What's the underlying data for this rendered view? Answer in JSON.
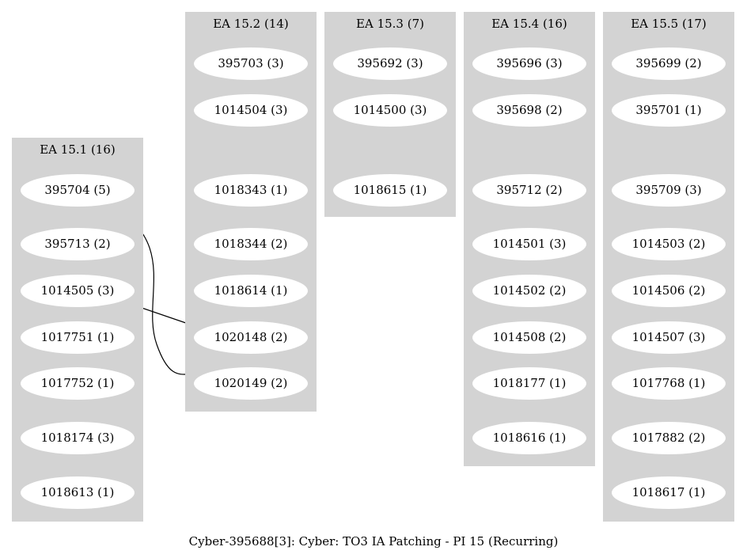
{
  "clusters": [
    {
      "id": "c1",
      "title": "EA 15.1 (16)",
      "nodes": [
        "395704 (5)",
        "395713 (2)",
        "1014505 (3)",
        "1017751 (1)",
        "1017752 (1)",
        "1018174 (3)",
        "1018613 (1)"
      ]
    },
    {
      "id": "c2",
      "title": "EA 15.2 (14)",
      "nodes": [
        "395703 (3)",
        "1014504 (3)",
        "1018343 (1)",
        "1018344 (2)",
        "1018614 (1)",
        "1020148 (2)",
        "1020149 (2)"
      ]
    },
    {
      "id": "c3",
      "title": "EA 15.3 (7)",
      "nodes": [
        "395692 (3)",
        "1014500 (3)",
        "1018615 (1)"
      ]
    },
    {
      "id": "c4",
      "title": "EA 15.4 (16)",
      "nodes": [
        "395696 (3)",
        "395698 (2)",
        "395712 (2)",
        "1014501 (3)",
        "1014502 (2)",
        "1014508 (2)",
        "1018177 (1)",
        "1018616 (1)"
      ]
    },
    {
      "id": "c5",
      "title": "EA 15.5 (17)",
      "nodes": [
        "395699 (2)",
        "395701 (1)",
        "395709 (3)",
        "1014503 (2)",
        "1014506 (2)",
        "1014507 (3)",
        "1017768 (1)",
        "1017882 (2)",
        "1018617 (1)"
      ]
    }
  ],
  "edges": [
    {
      "from": "395704 (5)",
      "to": "1020149 (2)"
    },
    {
      "from": "1014505 (3)",
      "to": "1020148 (2)"
    }
  ],
  "caption": "Cyber-395688[3]: Cyber: TO3 IA Patching - PI 15 (Recurring)"
}
